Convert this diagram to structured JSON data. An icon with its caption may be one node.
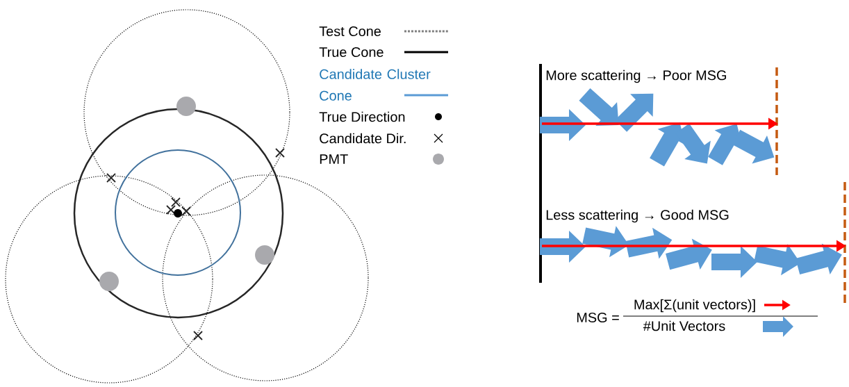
{
  "diagram": {
    "labels": [
      "More scattering → Poor MSG",
      "Less scattering → Good MSG",
      "MSG =",
      "Max[Σ(unit vectors)]",
      "#Unit Vectors"
    ],
    "legend": [
      {
        "text": "Test Cone"
      },
      {
        "text": "True Cone"
      },
      {
        "text": "Candidate Cluster Cone"
      },
      {
        "text": "True Direction"
      },
      {
        "text": "Candidate Dir."
      },
      {
        "text": "PMT"
      }
    ]
  }
}
